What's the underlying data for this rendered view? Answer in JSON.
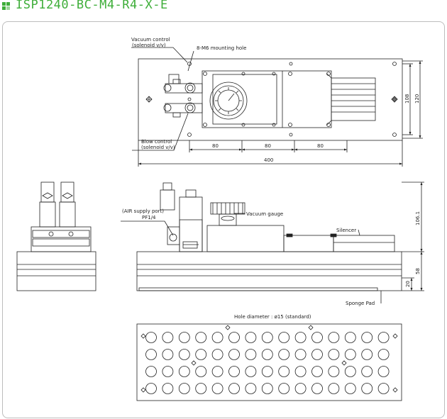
{
  "title": "ISP1240-BC-M4-R4-X-E",
  "colors": {
    "accent": "#3fae3a",
    "line": "#222222",
    "frame": "#bdbdbd"
  },
  "top_view": {
    "vacuum_control_line1": "Vacuum control",
    "vacuum_control_line2": "(solenoid v/v)",
    "mounting_hole": "8-M6 mounting hole",
    "blow_control_line1": "Blow control",
    "blow_control_line2": "(solenoid v/v)",
    "dim_80_a": "80",
    "dim_80_b": "80",
    "dim_80_c": "80",
    "dim_400": "400",
    "dim_108": "108",
    "dim_120": "120"
  },
  "side_view": {
    "air_supply_line1": "(AIR supply port)",
    "air_supply_line2": "PF1/4",
    "vacuum_gauge": "Vacuum gauge",
    "silencer": "Silencer",
    "sponge_pad": "Sponge Pad",
    "dim_106": "106.1",
    "dim_58": "58",
    "dim_20": "20"
  },
  "bottom_view": {
    "hole_note": "Hole diameter : ø15 (standard)"
  }
}
